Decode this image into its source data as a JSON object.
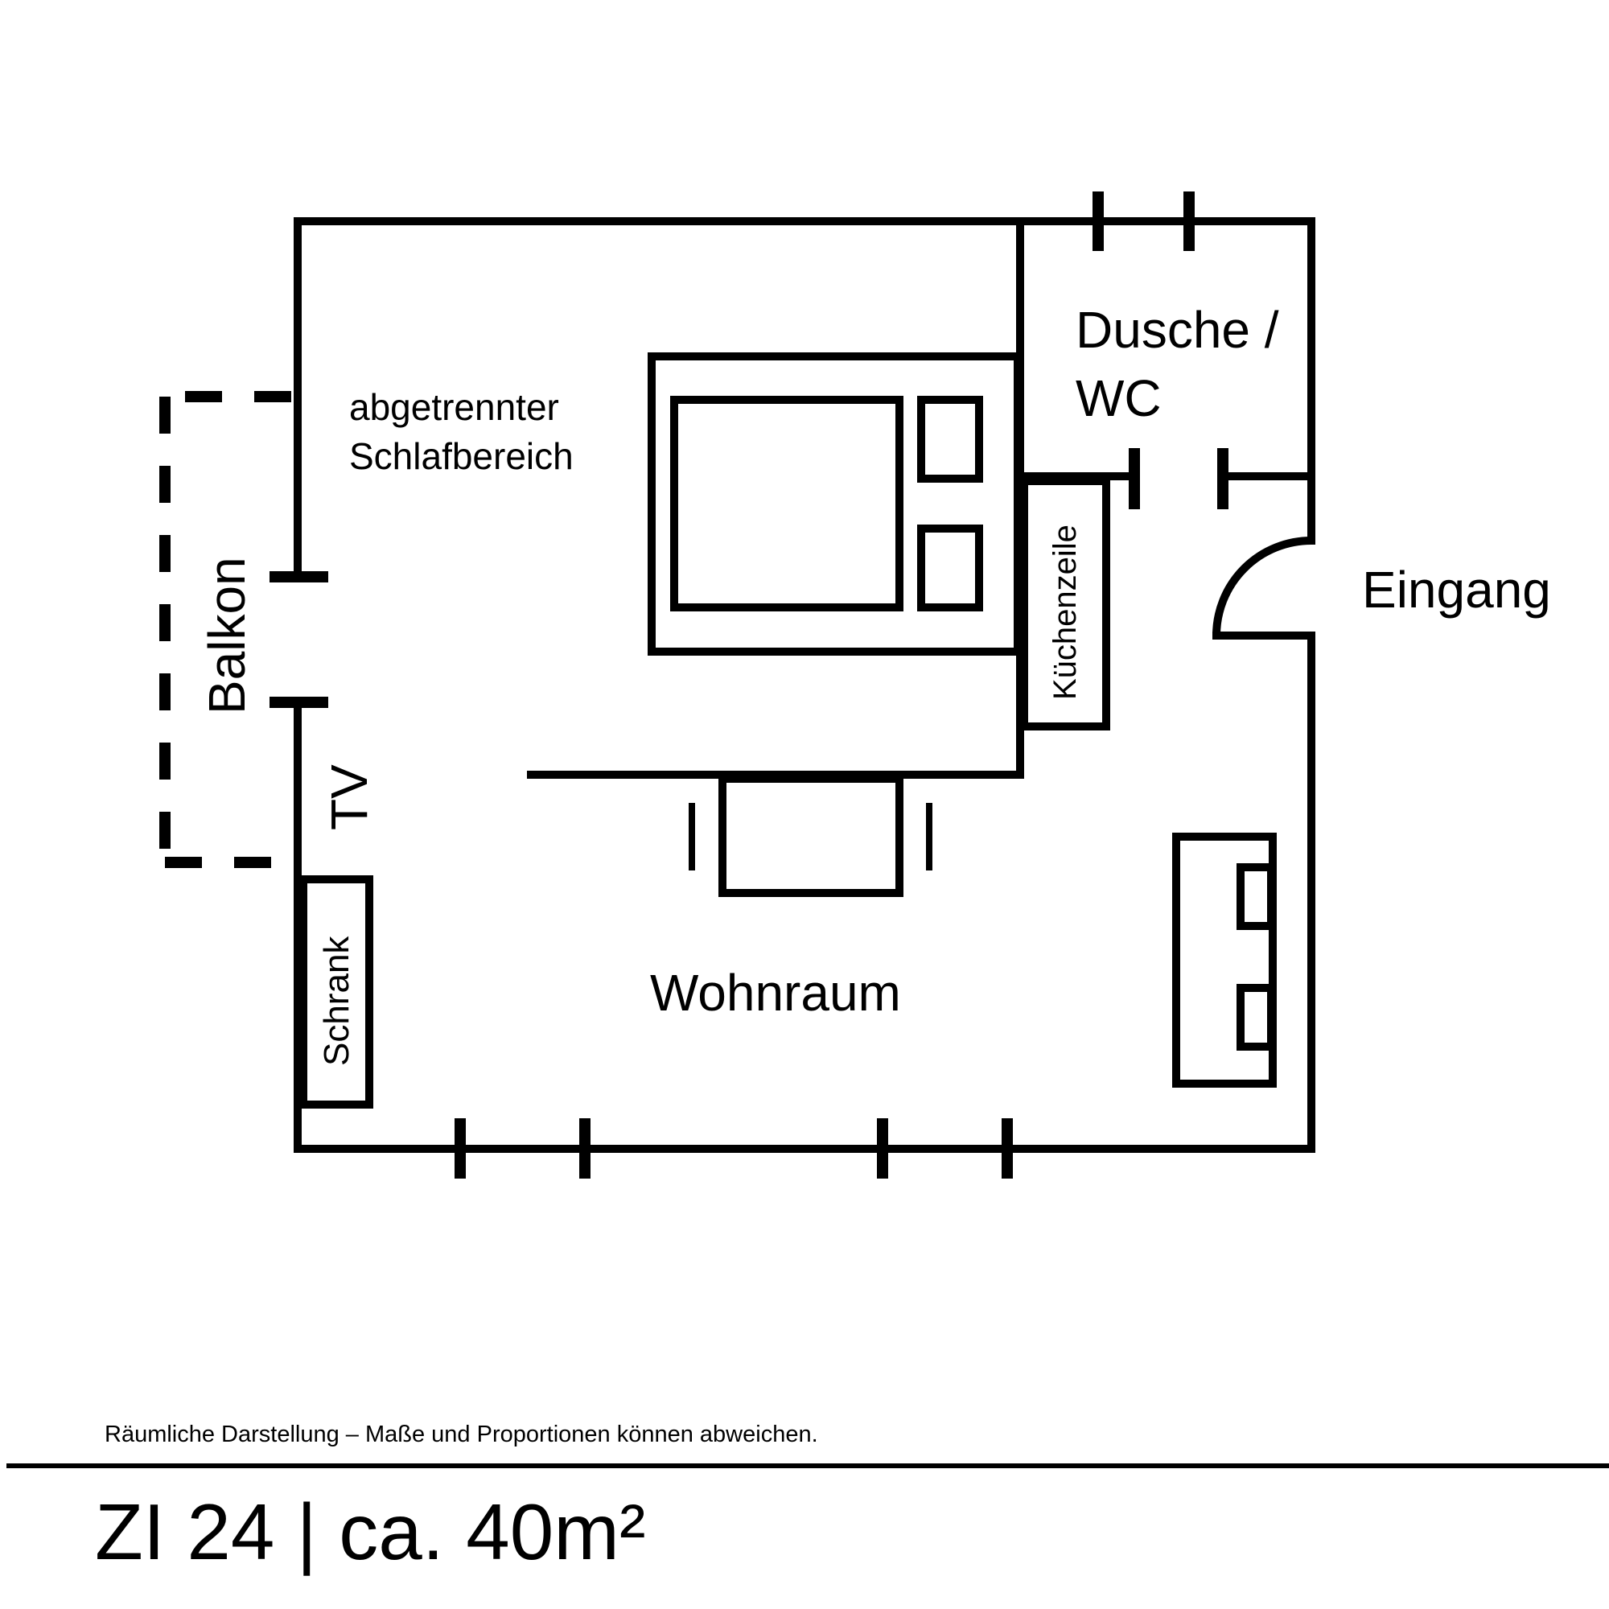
{
  "rooms": {
    "sleeping_line1": "abgetrennter",
    "sleeping_line2": "Schlafbereich",
    "bathroom_line1": "Dusche /",
    "bathroom_line2": "WC",
    "entrance": "Eingang",
    "balcony": "Balkon",
    "tv": "TV",
    "wardrobe": "Schrank",
    "kitchenette": "Küchenzeile",
    "living_room": "Wohnraum"
  },
  "footer": {
    "disclaimer": "Räumliche Darstellung – Maße und Proportionen können abweichen.",
    "title": "ZI 24 | ca. 40m²"
  }
}
